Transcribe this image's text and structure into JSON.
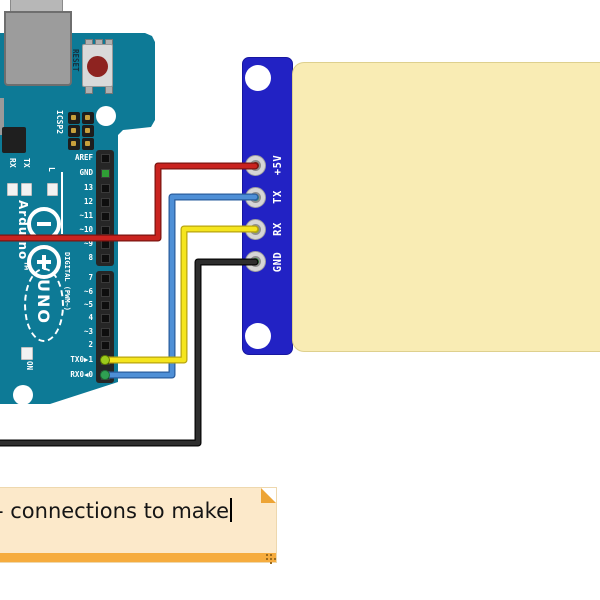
{
  "canvas": {
    "background": "#ffffff"
  },
  "arduino": {
    "board_color": "#0d7a96",
    "reset_label": "RESET",
    "icsp_label": "ICSP2",
    "brand_label": "Arduino™",
    "model_label": "UNO",
    "digital_label": "DIGITAL (PWM~)",
    "rx_label": "RX",
    "tx_label": "TX",
    "l_label": "L",
    "on_label": "ON",
    "top_header_labels": [
      "AREF",
      "GND",
      "13",
      "12",
      "~11",
      "~10",
      "~9",
      "8"
    ],
    "bottom_header_labels": [
      "7",
      "~6",
      "~5",
      "4",
      "~3",
      "2",
      "TX0▶1",
      "RX0◀0"
    ]
  },
  "module": {
    "pcb_color": "#2222c4",
    "screen_color": "#f9ecb4",
    "pin_labels": [
      "+5V",
      "TX",
      "RX",
      "GND"
    ]
  },
  "wires": [
    {
      "name": "5v-wire",
      "color": "#c9231f",
      "from": "off-screen left",
      "to": "+5V"
    },
    {
      "name": "tx-wire",
      "color": "#4e8fd6",
      "from": "RX0◀0",
      "to": "TX"
    },
    {
      "name": "rx-wire",
      "color": "#f5e51e",
      "from": "TX0▶1",
      "to": "RX"
    },
    {
      "name": "gnd-wire",
      "color": "#262626",
      "from": "off-screen left",
      "to": "GND"
    }
  ],
  "note": {
    "text": "- connections to make",
    "body_color": "#fce9ca",
    "bar_color": "#f6ac3e"
  }
}
